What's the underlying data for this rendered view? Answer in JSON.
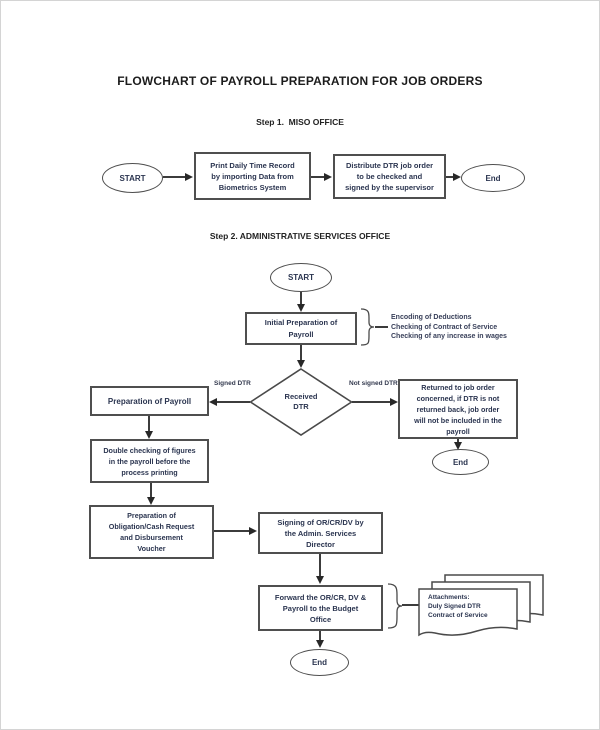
{
  "title": "FLOWCHART OF PAYROLL PREPARATION FOR JOB ORDERS",
  "colors": {
    "line": "#3c3c3c",
    "box_border": "#4f4f4f",
    "box_text": "#2b3550"
  },
  "step1": {
    "heading": "Step 1.  MISO OFFICE",
    "start_label": "START",
    "print_box": "Print Daily Time Record\nby importing Data from\nBiometrics System",
    "distribute_box": "Distribute DTR job order\nto be checked and\nsigned by the supervisor",
    "end_label": "End"
  },
  "step2": {
    "heading": "Step 2. ADMINISTRATIVE SERVICES OFFICE",
    "start_label": "START",
    "initial_prep_box": "Initial Preparation of\nPayroll",
    "initial_prep_notes": [
      "Encoding of Deductions",
      "Checking of Contract of Service",
      "Checking of any increase in wages"
    ],
    "decision_diamond": "Received\nDTR",
    "branch_signed": "Signed DTR",
    "branch_not_signed": "Not signed DTR",
    "prep_payroll_box": "Preparation of Payroll",
    "returned_box": "Returned to job order\nconcerned, if DTR is not\nreturned back, job order\nwill not be included in the\npayroll",
    "end_right_label": "End",
    "double_check_box": "Double checking of figures\nin the payroll before the\nprocess printing",
    "obligation_box": "Preparation of\nObligation/Cash Request\nand Disbursement\nVoucher",
    "signing_box": "Signing of OR/CR/DV by\nthe Admin. Services\nDirector",
    "forward_box": "Forward the OR/CR, DV &\nPayroll to the Budget\nOffice",
    "attachment_lines": [
      "Attachments:",
      "Duly Signed DTR",
      "Contract of Service"
    ],
    "end_bottom_label": "End"
  }
}
